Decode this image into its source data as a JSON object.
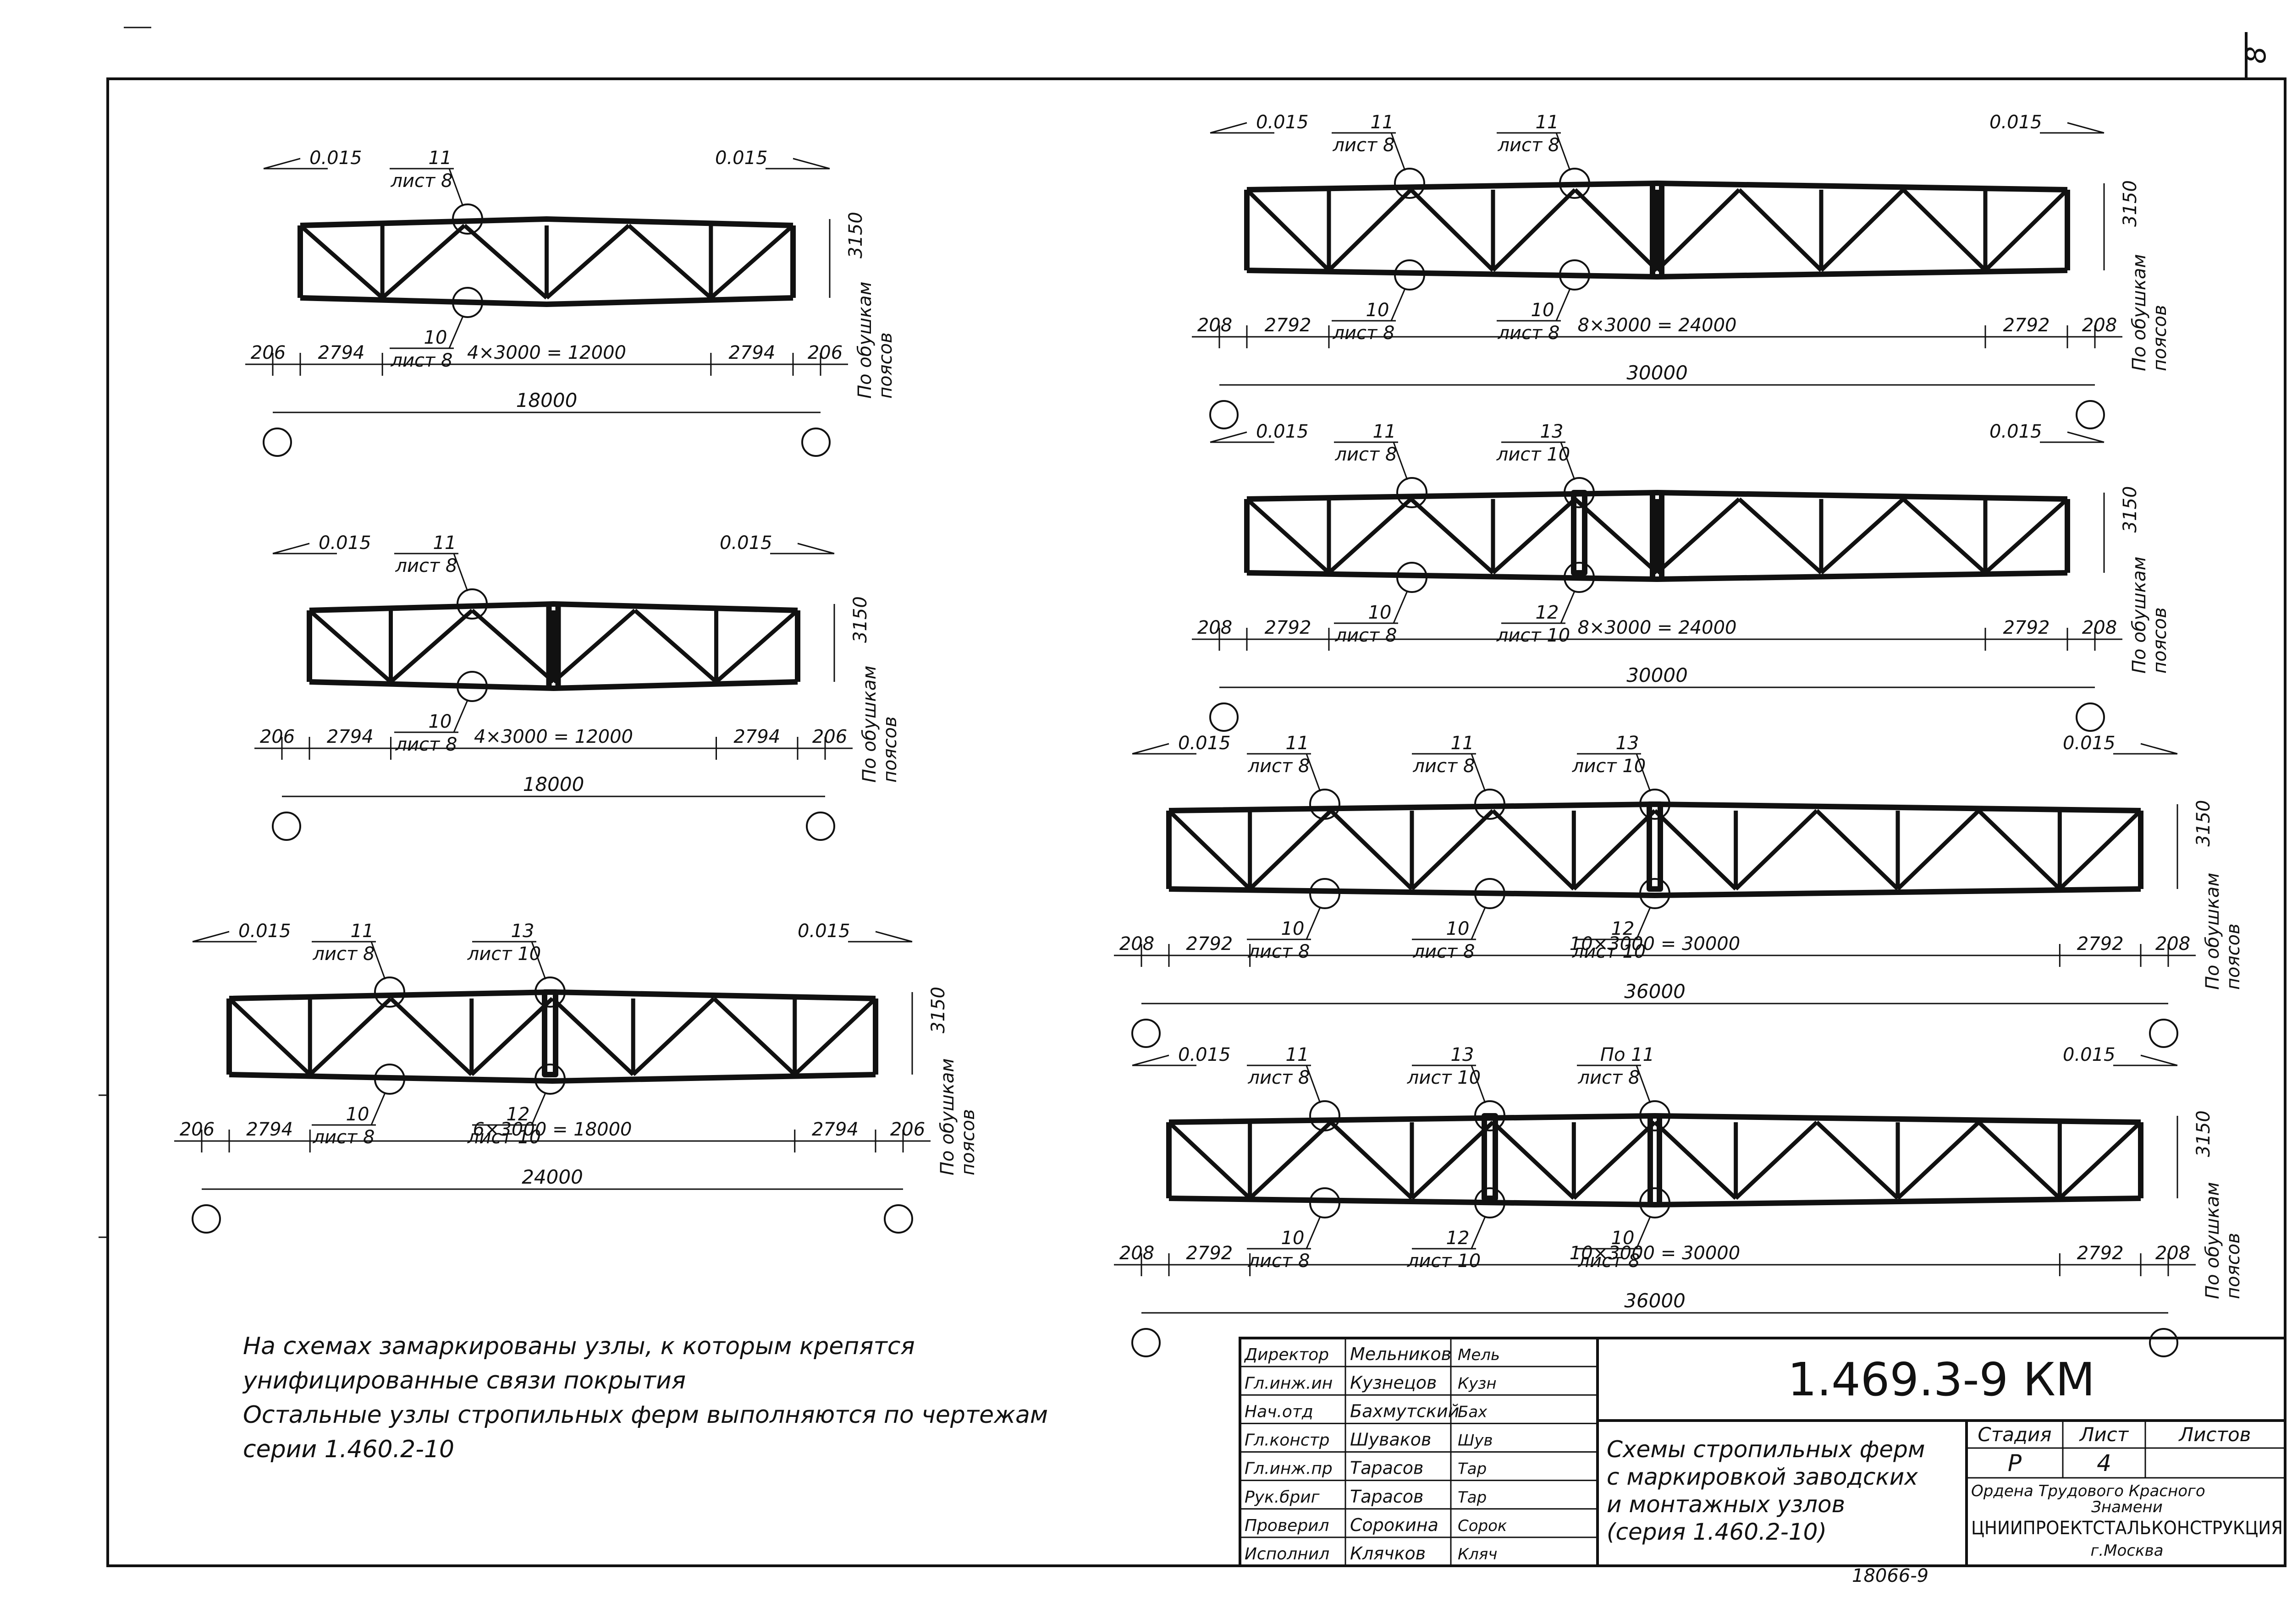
{
  "sheet_number": "8",
  "slope": "0.015",
  "dim_height": "3150",
  "support_label": [
    "По обушкам",
    "поясов"
  ],
  "trusses": [
    {
      "nodes": [
        {
          "num": "11",
          "sheet": "лист 8"
        },
        {
          "num": "10",
          "sheet": "лист 8"
        }
      ],
      "dims": [
        "206",
        "2794",
        "4×3000 = 12000",
        "2794",
        "206"
      ],
      "overall": "18000"
    },
    {
      "nodes": [
        {
          "num": "11",
          "sheet": "лист 8"
        },
        {
          "num": "10",
          "sheet": "лист 8"
        }
      ],
      "dims": [
        "206",
        "2794",
        "4×3000 = 12000",
        "2794",
        "206"
      ],
      "overall": "18000"
    },
    {
      "nodes": [
        {
          "num": "11",
          "sheet": "лист 8"
        },
        {
          "num": "13",
          "sheet": "лист 10"
        },
        {
          "num": "10",
          "sheet": "лист 8"
        },
        {
          "num": "12",
          "sheet": "лист 10"
        }
      ],
      "dims": [
        "206",
        "2794",
        "6×3000 = 18000",
        "2794",
        "206"
      ],
      "overall": "24000"
    },
    {
      "nodes": [
        {
          "num": "11",
          "sheet": "лист 8"
        },
        {
          "num": "11",
          "sheet": "лист 8"
        },
        {
          "num": "10",
          "sheet": "лист 8"
        },
        {
          "num": "10",
          "sheet": "лист 8"
        }
      ],
      "dims": [
        "208",
        "2792",
        "8×3000 = 24000",
        "2792",
        "208"
      ],
      "overall": "30000"
    },
    {
      "nodes": [
        {
          "num": "11",
          "sheet": "лист 8"
        },
        {
          "num": "13",
          "sheet": "лист 10"
        },
        {
          "num": "10",
          "sheet": "лист 8"
        },
        {
          "num": "12",
          "sheet": "лист 10"
        }
      ],
      "dims": [
        "208",
        "2792",
        "8×3000 = 24000",
        "2792",
        "208"
      ],
      "overall": "30000"
    },
    {
      "nodes": [
        {
          "num": "11",
          "sheet": "лист 8"
        },
        {
          "num": "11",
          "sheet": "лист 8"
        },
        {
          "num": "13",
          "sheet": "лист 10"
        },
        {
          "num": "10",
          "sheet": "лист 8"
        },
        {
          "num": "10",
          "sheet": "лист 8"
        },
        {
          "num": "12",
          "sheet": "лист 10"
        }
      ],
      "dims": [
        "208",
        "2792",
        "10×3000 = 30000",
        "2792",
        "208"
      ],
      "overall": "36000"
    },
    {
      "nodes": [
        {
          "num": "11",
          "sheet": "лист 8"
        },
        {
          "num": "13",
          "sheet": "лист 10"
        },
        {
          "num": "По 11",
          "sheet": "лист 8"
        },
        {
          "num": "10",
          "sheet": "лист 8"
        },
        {
          "num": "12",
          "sheet": "лист 10"
        },
        {
          "num": "10",
          "sheet": "лист 8"
        }
      ],
      "dims": [
        "208",
        "2792",
        "10×3000 = 30000",
        "2792",
        "208"
      ],
      "overall": "36000"
    }
  ],
  "notes": [
    "На схемах замаркированы узлы, к которым крепятся",
    "унифицированные связи покрытия",
    "Остальные узлы стропильных ферм выполняются по чертежам",
    "серии 1.460.2-10"
  ],
  "title_block": {
    "code": "1.469.3-9 КМ",
    "title": [
      "Схемы стропильных ферм",
      "с маркировкой заводских",
      "и монтажных узлов",
      "(серия 1.460.2-10)"
    ],
    "staff": [
      {
        "role": "Директор",
        "name": "Мельников",
        "signature": "Мель"
      },
      {
        "role": "Гл.инж.ин",
        "name": "Кузнецов",
        "signature": "Кузн"
      },
      {
        "role": "Нач.отд",
        "name": "Бахмутский",
        "signature": "Бах"
      },
      {
        "role": "Гл.констр",
        "name": "Шуваков",
        "signature": "Шув"
      },
      {
        "role": "Гл.инж.пр",
        "name": "Тарасов",
        "signature": "Тар"
      },
      {
        "role": "Рук.бриг",
        "name": "Тарасов",
        "signature": "Тар"
      },
      {
        "role": "Проверил",
        "name": "Сорокина",
        "signature": "Сорок"
      },
      {
        "role": "Исполнил",
        "name": "Клячков",
        "signature": "Кляч"
      }
    ],
    "stage_label": "Стадия",
    "sheet_label": "Лист",
    "sheets_label": "Листов",
    "stage": "Р",
    "sheet": "4",
    "sheets": "",
    "org": [
      "Ордена Трудового Красного",
      "Знамени",
      "ЦНИИПРОЕКТСТАЛЬКОНСТРУКЦИЯ",
      "г.Москва"
    ]
  },
  "bottom_number": "18066-9"
}
